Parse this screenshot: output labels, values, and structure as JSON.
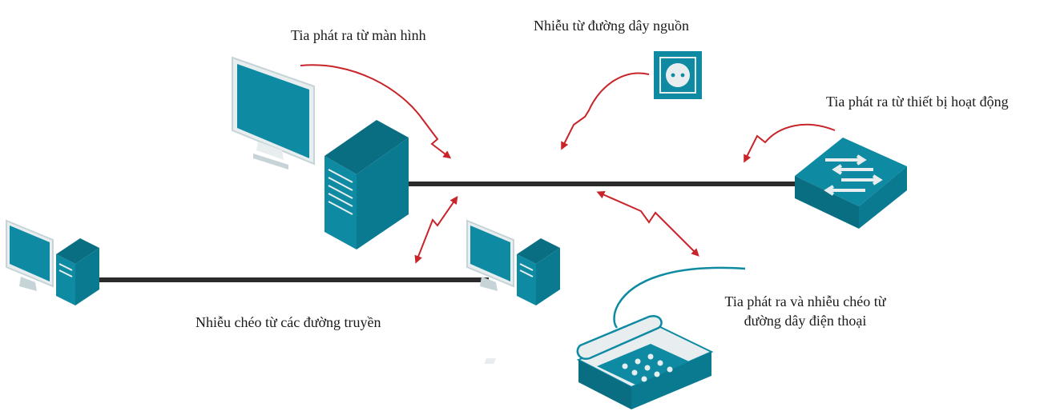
{
  "labels": {
    "monitor_emission": "Tia phát ra từ màn hình",
    "power_noise": "Nhiễu từ đường dây nguồn",
    "device_emission": "Tia phát ra từ thiết bị hoạt động",
    "crosstalk": "Nhiễu chéo từ các đường truyền",
    "phone_line_1": "Tia phát ra và nhiễu chéo từ",
    "phone_line_2": "đường dây điện thoại"
  },
  "colors": {
    "device": "#0e8aa3",
    "device_dark": "#0a6e83",
    "cable": "#2b2b2b",
    "arrow": "#c8242a"
  },
  "icons": [
    "monitor-icon",
    "server-tower-icon",
    "power-outlet-icon",
    "network-switch-icon",
    "desktop-computer-icon",
    "telephone-icon"
  ]
}
